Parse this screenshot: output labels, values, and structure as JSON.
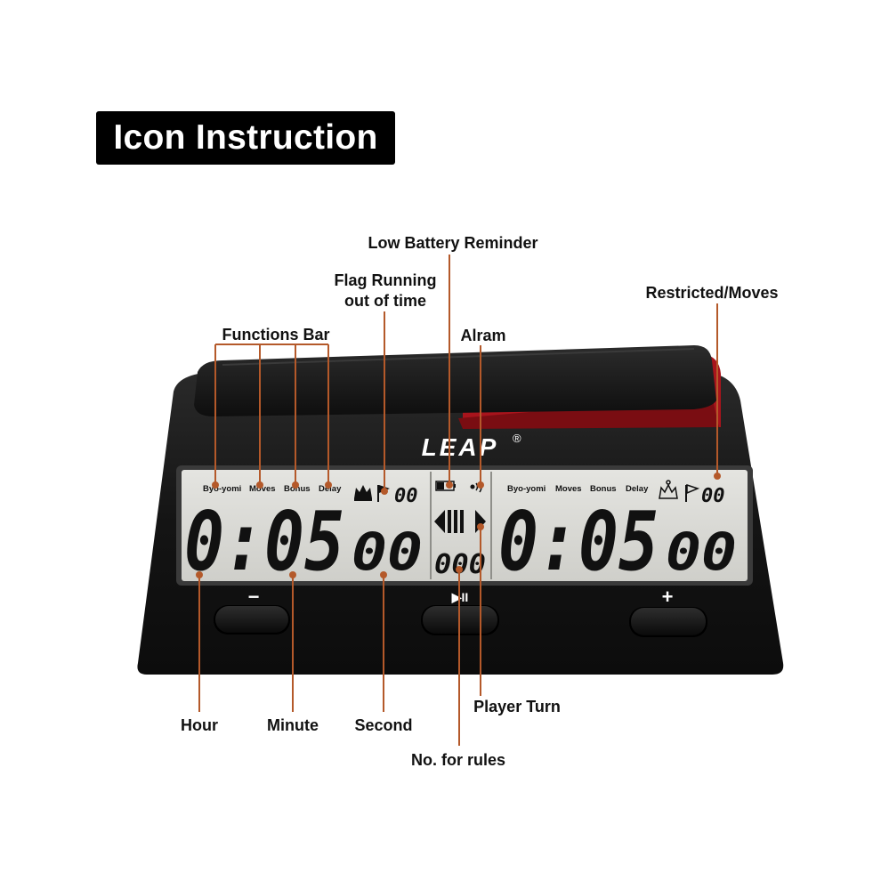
{
  "title": "Icon Instruction",
  "brand": {
    "name": "LEAP",
    "mark": "®"
  },
  "callouts": {
    "low_battery": "Low Battery Reminder",
    "flag_line1": "Flag Running",
    "flag_line2": "out of time",
    "alarm": "Alram",
    "functions_bar": "Functions Bar",
    "restricted_moves": "Restricted/Moves",
    "hour": "Hour",
    "minute": "Minute",
    "second": "Second",
    "player_turn": "Player Turn",
    "no_for_rules": "No. for rules"
  },
  "display": {
    "functions": [
      "Byo-yomi",
      "Moves",
      "Bonus",
      "Delay"
    ],
    "left_counter": "00",
    "right_counter": "00",
    "left_time_main": "0:05",
    "left_time_sec": "00",
    "right_time_main": "0:05",
    "right_time_sec": "00",
    "rule_number": "000"
  },
  "buttons": {
    "minus": "−",
    "play_pause": "▶II",
    "plus": "+"
  },
  "colors": {
    "leader_line": "#b4592a",
    "body": "#1a1a1a",
    "lcd": "#dcdcd8",
    "lever_red": "#a8141c",
    "title_bg": "#000000"
  }
}
